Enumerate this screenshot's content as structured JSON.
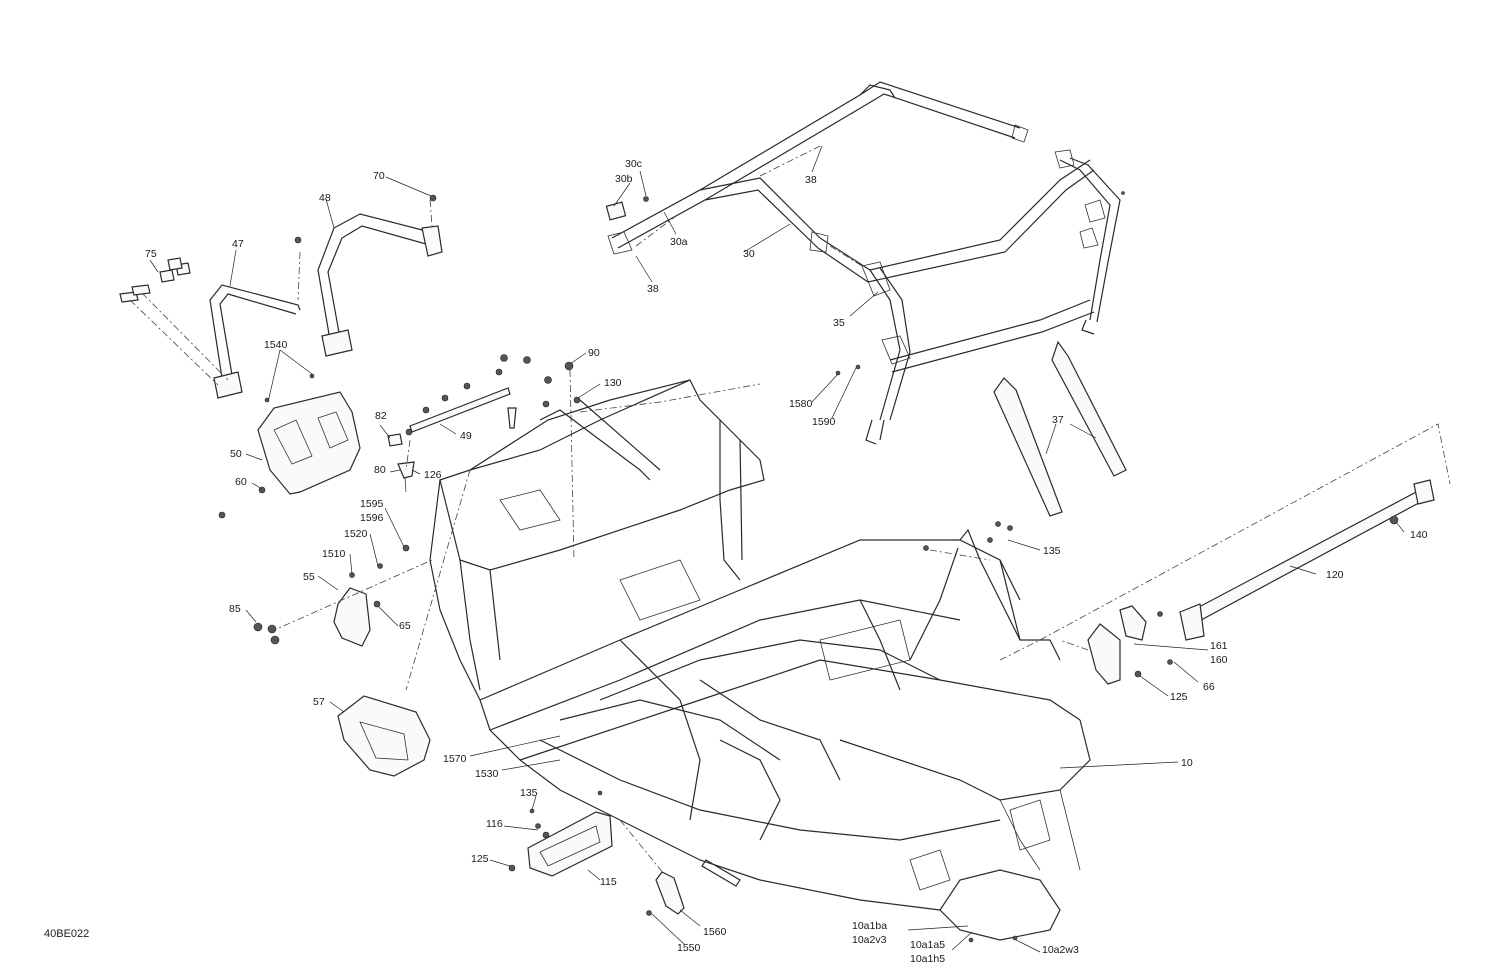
{
  "diagram": {
    "code": "40BE022",
    "callouts": [
      {
        "id": "c-70",
        "text": "70"
      },
      {
        "id": "c-48",
        "text": "48"
      },
      {
        "id": "c-47",
        "text": "47"
      },
      {
        "id": "c-75",
        "text": "75"
      },
      {
        "id": "c-1540",
        "text": "1540"
      },
      {
        "id": "c-50",
        "text": "50"
      },
      {
        "id": "c-60",
        "text": "60"
      },
      {
        "id": "c-82",
        "text": "82"
      },
      {
        "id": "c-49",
        "text": "49"
      },
      {
        "id": "c-80",
        "text": "80"
      },
      {
        "id": "c-126",
        "text": "126"
      },
      {
        "id": "c-90",
        "text": "90"
      },
      {
        "id": "c-130",
        "text": "130"
      },
      {
        "id": "c-1595",
        "text": "1595"
      },
      {
        "id": "c-1596",
        "text": "1596"
      },
      {
        "id": "c-1520",
        "text": "1520"
      },
      {
        "id": "c-1510",
        "text": "1510"
      },
      {
        "id": "c-55",
        "text": "55"
      },
      {
        "id": "c-85",
        "text": "85"
      },
      {
        "id": "c-65",
        "text": "65"
      },
      {
        "id": "c-57",
        "text": "57"
      },
      {
        "id": "c-1570",
        "text": "1570"
      },
      {
        "id": "c-1530",
        "text": "1530"
      },
      {
        "id": "c-135a",
        "text": "135"
      },
      {
        "id": "c-116",
        "text": "116"
      },
      {
        "id": "c-125a",
        "text": "125"
      },
      {
        "id": "c-115",
        "text": "115"
      },
      {
        "id": "c-1560",
        "text": "1560"
      },
      {
        "id": "c-1550",
        "text": "1550"
      },
      {
        "id": "c-30b",
        "text": "30b"
      },
      {
        "id": "c-30c",
        "text": "30c"
      },
      {
        "id": "c-30a",
        "text": "30a"
      },
      {
        "id": "c-30",
        "text": "30"
      },
      {
        "id": "c-38a",
        "text": "38"
      },
      {
        "id": "c-38b",
        "text": "38"
      },
      {
        "id": "c-35",
        "text": "35"
      },
      {
        "id": "c-1580",
        "text": "1580"
      },
      {
        "id": "c-1590",
        "text": "1590"
      },
      {
        "id": "c-37",
        "text": "37"
      },
      {
        "id": "c-135b",
        "text": "135"
      },
      {
        "id": "c-140",
        "text": "140"
      },
      {
        "id": "c-120",
        "text": "120"
      },
      {
        "id": "c-161",
        "text": "161"
      },
      {
        "id": "c-160",
        "text": "160"
      },
      {
        "id": "c-66",
        "text": "66"
      },
      {
        "id": "c-125b",
        "text": "125"
      },
      {
        "id": "c-10",
        "text": "10"
      },
      {
        "id": "c-10a1ba",
        "text": "10a1ba"
      },
      {
        "id": "c-10a2v3",
        "text": "10a2v3"
      },
      {
        "id": "c-10a1a5",
        "text": "10a1a5"
      },
      {
        "id": "c-10a1h5",
        "text": "10a1h5"
      },
      {
        "id": "c-10a2w3",
        "text": "10a2w3"
      }
    ]
  }
}
